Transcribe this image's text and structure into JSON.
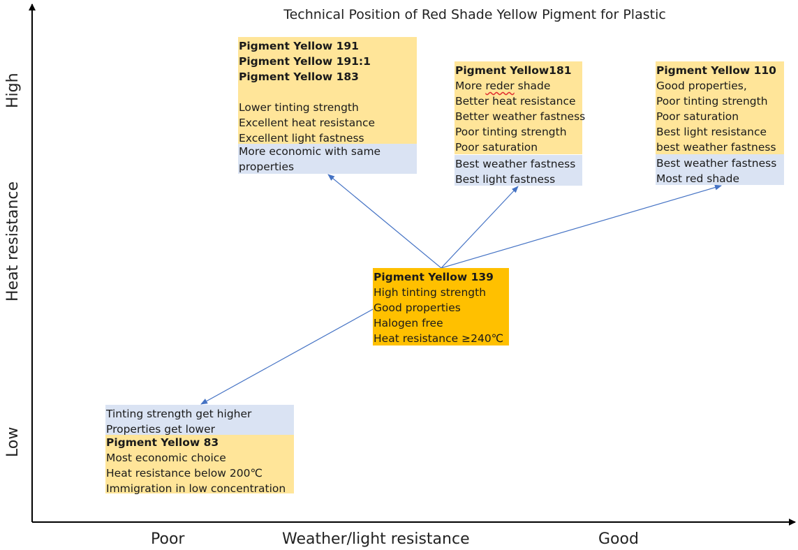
{
  "title": "Technical Position of Red Shade Yellow Pigment for Plastic",
  "y_axis": {
    "label": "Heat resistance",
    "high": "High",
    "low": "Low"
  },
  "x_axis": {
    "label": "Weather/light resistance",
    "poor": "Poor",
    "good": "Good"
  },
  "nodes": {
    "py191": {
      "names": [
        "Pigment Yellow 191",
        "Pigment Yellow 191:1",
        "Pigment Yellow 183"
      ],
      "properties": [
        "Lower tinting strength",
        "Excellent heat resistance",
        "Excellent light fastness"
      ],
      "note": [
        "More economic with same",
        "properties"
      ]
    },
    "py181": {
      "name": "Pigment Yellow181",
      "properties_first_pre": "More ",
      "properties_first_word": "reder",
      "properties_first_post": " shade",
      "properties": [
        "Better heat resistance",
        "Better weather fastness",
        "Poor tinting strength",
        "Poor saturation"
      ],
      "note": [
        "Best weather fastness",
        "Best light fastness"
      ]
    },
    "py110": {
      "name": "Pigment Yellow 110",
      "properties": [
        "Good properties,",
        "Poor tinting strength",
        "Poor saturation",
        "Best light resistance",
        "best weather fastness"
      ],
      "note": [
        "Best weather fastness",
        "Most red shade"
      ]
    },
    "py139": {
      "name": "Pigment Yellow 139",
      "properties": [
        "High tinting strength",
        "Good properties",
        "Halogen free",
        "Heat resistance ≥240℃"
      ]
    },
    "py83": {
      "note": [
        "Tinting strength get higher",
        "Properties get lower"
      ],
      "name": "Pigment Yellow 83",
      "properties": [
        "Most economic choice",
        "Heat resistance below 200℃",
        "Immigration in low concentration"
      ]
    }
  },
  "colors": {
    "axis": "#000000",
    "arrow": "#4472c4",
    "yellow_box": "#ffe599",
    "orange_box": "#ffc000",
    "blue_box": "#dae3f3"
  }
}
